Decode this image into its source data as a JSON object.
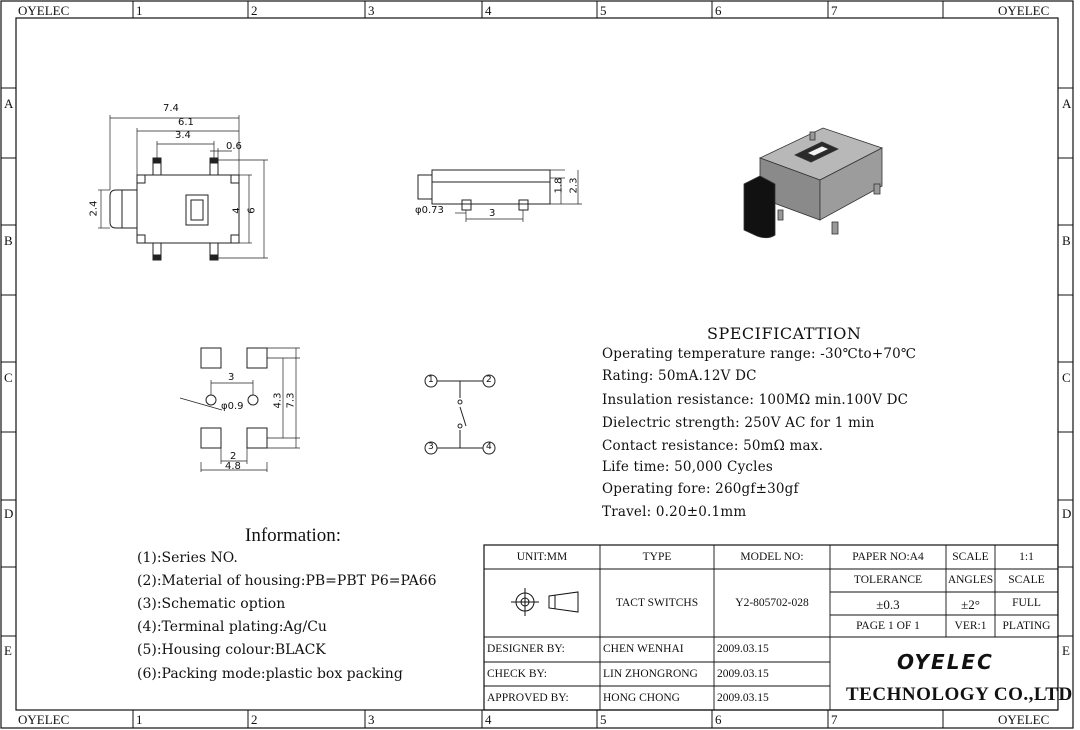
{
  "frame": {
    "corner_label": "OYELEC",
    "columns": [
      "1",
      "2",
      "3",
      "4",
      "5",
      "6",
      "7"
    ],
    "rows": [
      "A",
      "B",
      "C",
      "D",
      "E"
    ]
  },
  "drawing": {
    "top_view_dims": {
      "w_total": "7.4",
      "w_body": "6.1",
      "w_pin": "3.4",
      "pin_w": "0.6",
      "h_actuator": "2.4",
      "h_body": "4",
      "h_total": "6"
    },
    "side_view_dims": {
      "pin_dia": "φ0.73",
      "pin_pitch": "3",
      "h_body": "1.8",
      "h_total": "2.3"
    },
    "footprint_dims": {
      "hole_pitch": "3",
      "hole_dia": "φ0.9",
      "pad_gap": "2",
      "pad_span": "4.8",
      "pad_row": "4.3",
      "pad_total": "7.3"
    },
    "schematic_pins": [
      "1",
      "2",
      "3",
      "4"
    ]
  },
  "specification": {
    "title": "SPECIFICATTION",
    "lines": [
      "Operating temperature range: -30℃to+70℃",
      "Rating: 50mA.12V DC",
      "Insulation resistance: 100MΩ min.100V DC",
      "Dielectric strength: 250V AC for 1 min",
      "Contact resistance: 50mΩ max.",
      "Life time: 50,000 Cycles",
      "Operating fore: 260gf±30gf",
      "Travel: 0.20±0.1mm"
    ]
  },
  "information": {
    "title": "Information:",
    "lines": [
      "(1):Series NO.",
      "(2):Material of housing:PB=PBT P6=PA66",
      "(3):Schematic option",
      "(4):Terminal plating:Ag/Cu",
      "(5):Housing colour:BLACK",
      "(6):Packing mode:plastic box packing"
    ]
  },
  "title_block": {
    "unit": "UNIT:MM",
    "type_label": "TYPE",
    "type_value": "TACT SWITCHS",
    "model_label": "MODEL NO:",
    "model_value": "Y2-805702-028",
    "paper": "PAPER NO:A4",
    "scale_label": "SCALE",
    "scale_value": "1:1",
    "tolerance_label": "TOLERANCE",
    "tolerance_value": "±0.3",
    "angles_label": "ANGLES",
    "angles_value": "±2°",
    "scale2_label": "SCALE",
    "scale2_value": "FULL",
    "page": "PAGE 1 OF 1",
    "ver": "VER:1",
    "plating": "PLATING",
    "designer_label": "DESIGNER BY:",
    "designer_name": "CHEN WENHAI",
    "designer_date": "2009.03.15",
    "check_label": "CHECK BY:",
    "check_name": "LIN ZHONGRONG",
    "check_date": "2009.03.15",
    "approved_label": "APPROVED BY:",
    "approved_name": "HONG CHONG",
    "approved_date": "2009.03.15",
    "logo": "OYELEC",
    "company": "TECHNOLOGY CO.,LTD"
  }
}
